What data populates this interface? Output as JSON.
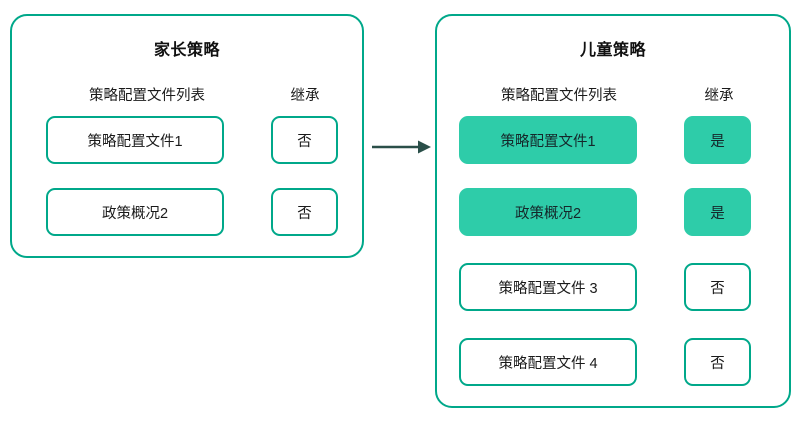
{
  "diagram": {
    "type": "policy-inheritance-flow",
    "accent_border_color": "#00a88a",
    "filled_box_color": "#2ecca9",
    "arrow_color": "#2a4f49",
    "background_color": "#ffffff",
    "arrow": {
      "name": "inheritance-arrow",
      "direction": "right",
      "from_panel": "parent-policy",
      "to_panel": "child-policy",
      "label": ""
    },
    "panels": [
      {
        "id": "parent-policy",
        "title": "家长策略",
        "columns": {
          "list_header": "策略配置文件列表",
          "inherit_header": "继承"
        },
        "rows": [
          {
            "name": "策略配置文件1",
            "inherit": "否",
            "highlighted": false
          },
          {
            "name": "政策概况2",
            "inherit": "否",
            "highlighted": false
          }
        ]
      },
      {
        "id": "child-policy",
        "title": "儿童策略",
        "columns": {
          "list_header": "策略配置文件列表",
          "inherit_header": "继承"
        },
        "rows": [
          {
            "name": "策略配置文件1",
            "inherit": "是",
            "highlighted": true
          },
          {
            "name": "政策概况2",
            "inherit": "是",
            "highlighted": true
          },
          {
            "name": "策略配置文件 3",
            "inherit": "否",
            "highlighted": false
          },
          {
            "name": "策略配置文件 4",
            "inherit": "否",
            "highlighted": false
          }
        ]
      }
    ]
  }
}
